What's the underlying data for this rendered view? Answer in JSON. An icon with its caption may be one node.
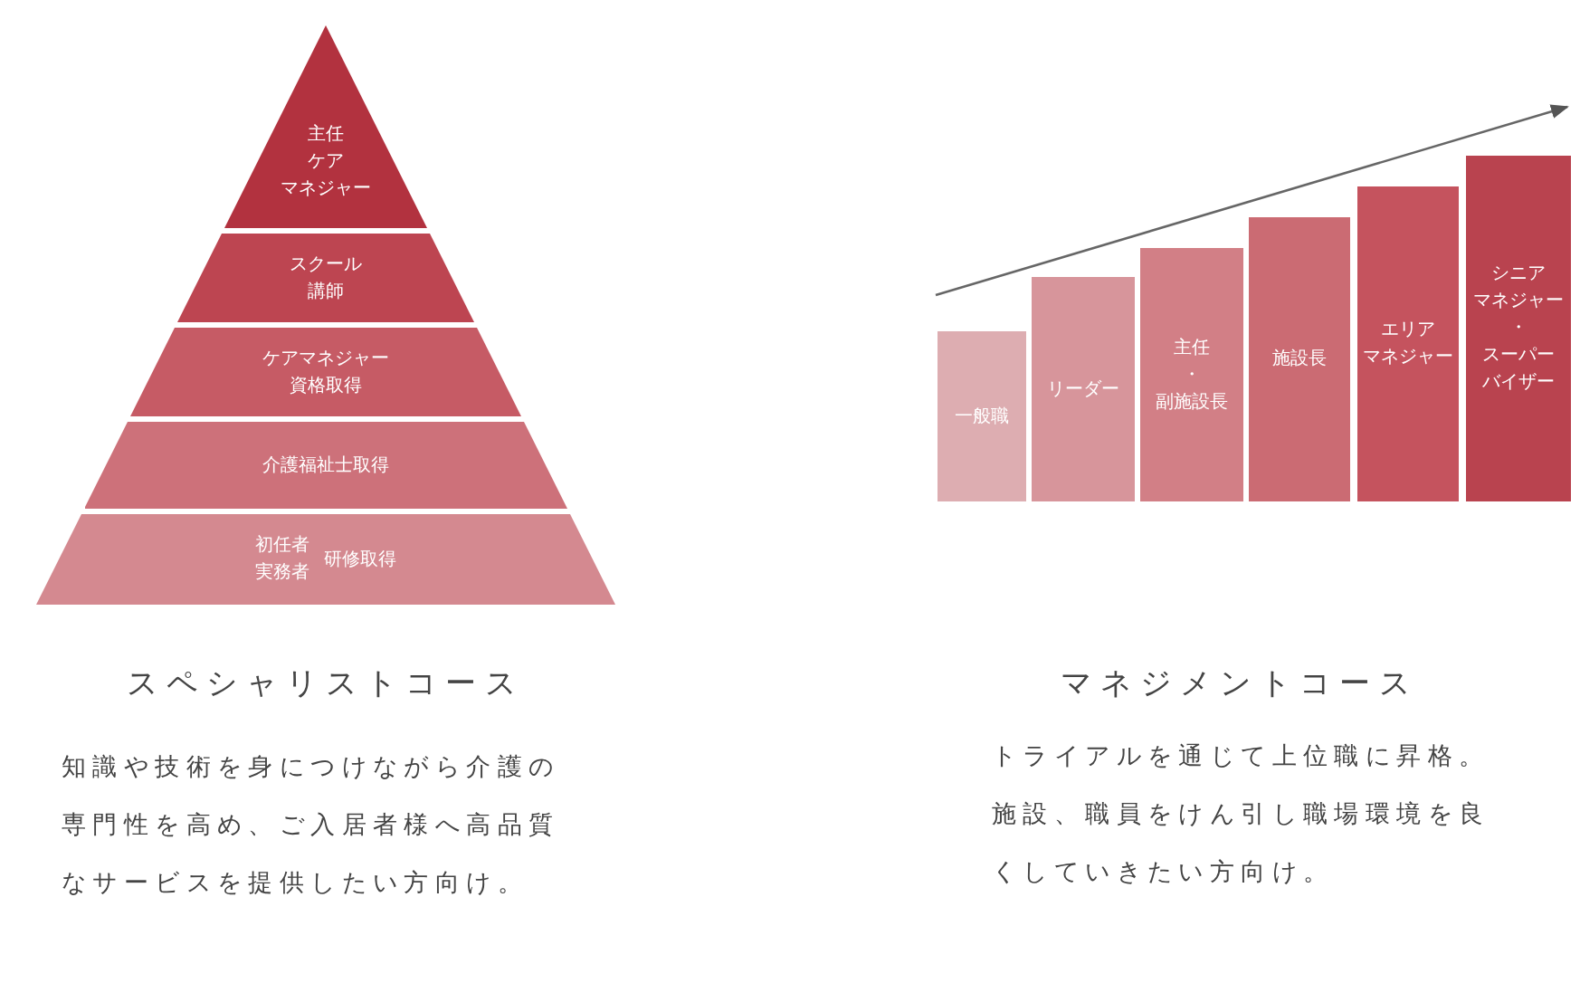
{
  "diagram": {
    "nodes": [
      {
        "text": [
          "主任ケアマネジャー"
        ]
      },
      {
        "text": [
          "スクール講師"
        ]
      },
      {
        "text": [
          "ケアマネジャー資格取得"
        ]
      },
      {
        "text": [
          "介護福祉士取得"
        ]
      },
      {
        "text": [
          "初任者実務者",
          "研修取得"
        ]
      },
      {
        "text": [
          "一般職"
        ]
      },
      {
        "text": [
          "リーダー"
        ]
      },
      {
        "text": [
          "主任・副施設長"
        ]
      },
      {
        "text": [
          "施設長"
        ]
      },
      {
        "text": [
          "エリアマネジャー"
        ]
      },
      {
        "text": [
          "シニアマネジャー・スーパーバイザー"
        ]
      }
    ],
    "edges": [],
    "labels": [
      "スペシャリストコース",
      "知識や技術を身につけながら介護の専門性を高め、ご入居者様へ高品質なサービスを提供したい方向け。",
      "マネジメントコース",
      "トライアルを通じて上位職に昇格。施設、職員をけん引し職場環境を良くしていきたい方向け。"
    ]
  }
}
